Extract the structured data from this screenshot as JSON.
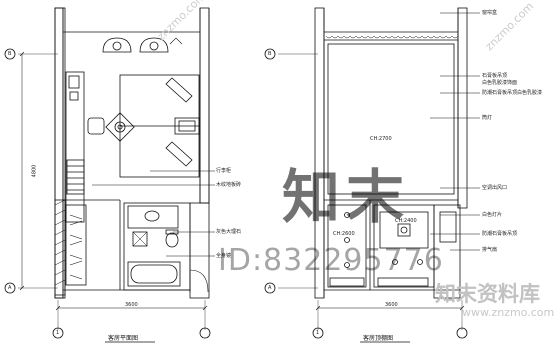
{
  "drawings": [
    {
      "title": "客房平面图",
      "dimension_vertical": "4800",
      "dimension_bottom": "3600",
      "grid_bubbles": [
        "B",
        "A",
        "1"
      ],
      "annotations": [
        "行李柜",
        "木纹地板砖",
        "灰色大理石",
        "全身镜"
      ]
    },
    {
      "title": "客房顶棚图",
      "dimension_bottom": "3600",
      "grid_bubbles": [
        "B",
        "A",
        "1"
      ],
      "ceiling_height_labels": [
        "CH:2700",
        "CH:2600",
        "CH:2400"
      ],
      "annotations": [
        "窗帘盒",
        "石膏板吊顶",
        "白色乳胶漆饰面",
        "防潮石膏板吊顶白色乳胶漆",
        "筒灯",
        "空调出风口",
        "白色灯片",
        "防潮石膏板吊顶",
        "排气扇"
      ]
    }
  ],
  "watermark": {
    "big_text": "知末",
    "id_text": "ID:832295776",
    "logo_text": "知末资料库",
    "logo_url": "www.znzmo.com",
    "corner_text": "znzmo.com"
  }
}
